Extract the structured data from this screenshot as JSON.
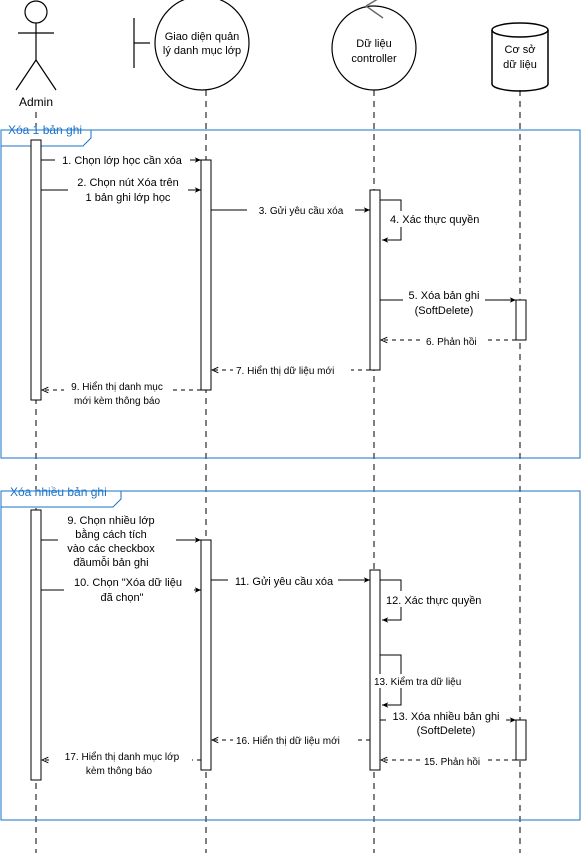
{
  "participants": {
    "admin": "Admin",
    "ui": [
      "Giao diện quản",
      "lý danh mục lớp"
    ],
    "controller": [
      "Dữ liệu",
      "controller"
    ],
    "db": [
      "Cơ sở",
      "dữ liệu"
    ]
  },
  "frames": {
    "single": "Xóa 1 bản ghi",
    "multiple": "Xóa nhiều bản ghi"
  },
  "messages": {
    "m1": "1. Chọn lớp học cần xóa",
    "m2": [
      "2. Chọn nút Xóa trên",
      "1 bản ghi lớp học"
    ],
    "m3": "3. Gửi yêu cầu xóa",
    "m4": "4. Xác thực quyền",
    "m5": [
      "5. Xóa bản ghi",
      "(SoftDelete)"
    ],
    "m6": "6. Phản hồi",
    "m7": "7. Hiển thị dữ liệu mới",
    "m9a": [
      "9. Hiển thị danh mục",
      "mới kèm thông báo"
    ],
    "m9b": [
      "9. Chọn nhiều lớp",
      "bằng cách tích",
      "vào các checkbox",
      "đầumỗi bản ghi"
    ],
    "m10": [
      "10. Chọn \"Xóa dữ liệu",
      "đã chọn\""
    ],
    "m11": "11. Gửi yêu cầu xóa",
    "m12": "12. Xác thực quyền",
    "m13a": "13. Kiểm tra dữ liệu",
    "m13b": [
      "13. Xóa nhiều bản ghi",
      "(SoftDelete)"
    ],
    "m15": "15. Phản hồi",
    "m16": "16. Hiển thị dữ liệu mới",
    "m17": [
      "17. Hiển thị danh mục lớp",
      "kèm thông báo"
    ]
  },
  "colors": {
    "frame": "#1a73c7",
    "line": "#000000"
  }
}
